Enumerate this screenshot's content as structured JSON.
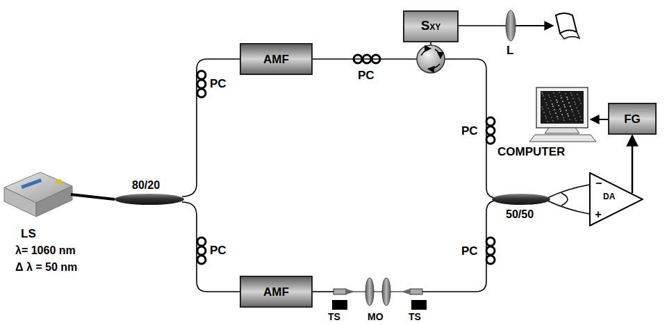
{
  "diagram": {
    "nodes": [
      {
        "text": [
          "S",
          "XY"
        ]
      },
      {
        "text": [
          "AMF"
        ]
      },
      {
        "text": [
          "FG"
        ]
      },
      {
        "text": [
          "−",
          "DA",
          "+"
        ]
      },
      {
        "text": [
          "AMF"
        ]
      }
    ],
    "edges": [
      {
        "from": 3,
        "to": 2,
        "arrow": "to"
      }
    ],
    "labels": [
      "L",
      "PC",
      "80/20",
      "PC",
      "PC",
      "PC",
      "COMPUTER",
      "LS",
      "λ= 1060 nm",
      "Δ λ = 50 nm",
      "PC",
      "50/50",
      "TS",
      "MO",
      "TS"
    ]
  }
}
